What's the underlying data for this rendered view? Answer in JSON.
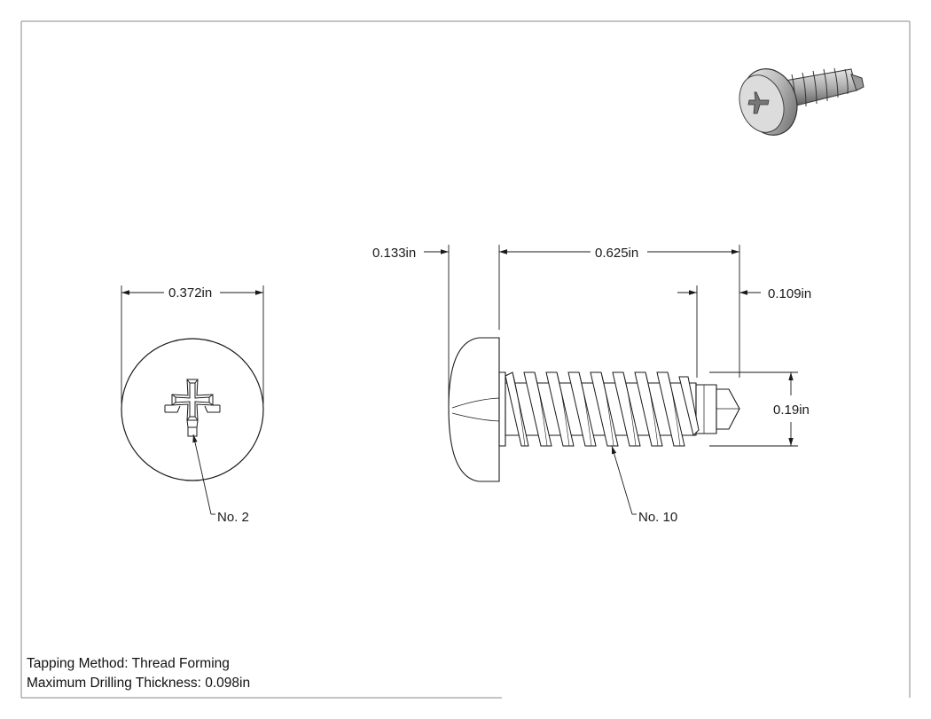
{
  "dimensions": {
    "head_diameter": "0.372in",
    "head_height": "0.133in",
    "thread_length": "0.625in",
    "point_length": "0.109in",
    "major_diameter": "0.19in"
  },
  "callouts": {
    "drive": "No. 2",
    "thread": "No. 10"
  },
  "notes": {
    "tapping_method": "Tapping Method: Thread Forming",
    "max_drilling": "Maximum Drilling Thickness: 0.098in"
  },
  "colors": {
    "line": "#1a1a1a",
    "border": "#888888"
  },
  "icons": {
    "preview": "screw-3d-render-icon"
  }
}
